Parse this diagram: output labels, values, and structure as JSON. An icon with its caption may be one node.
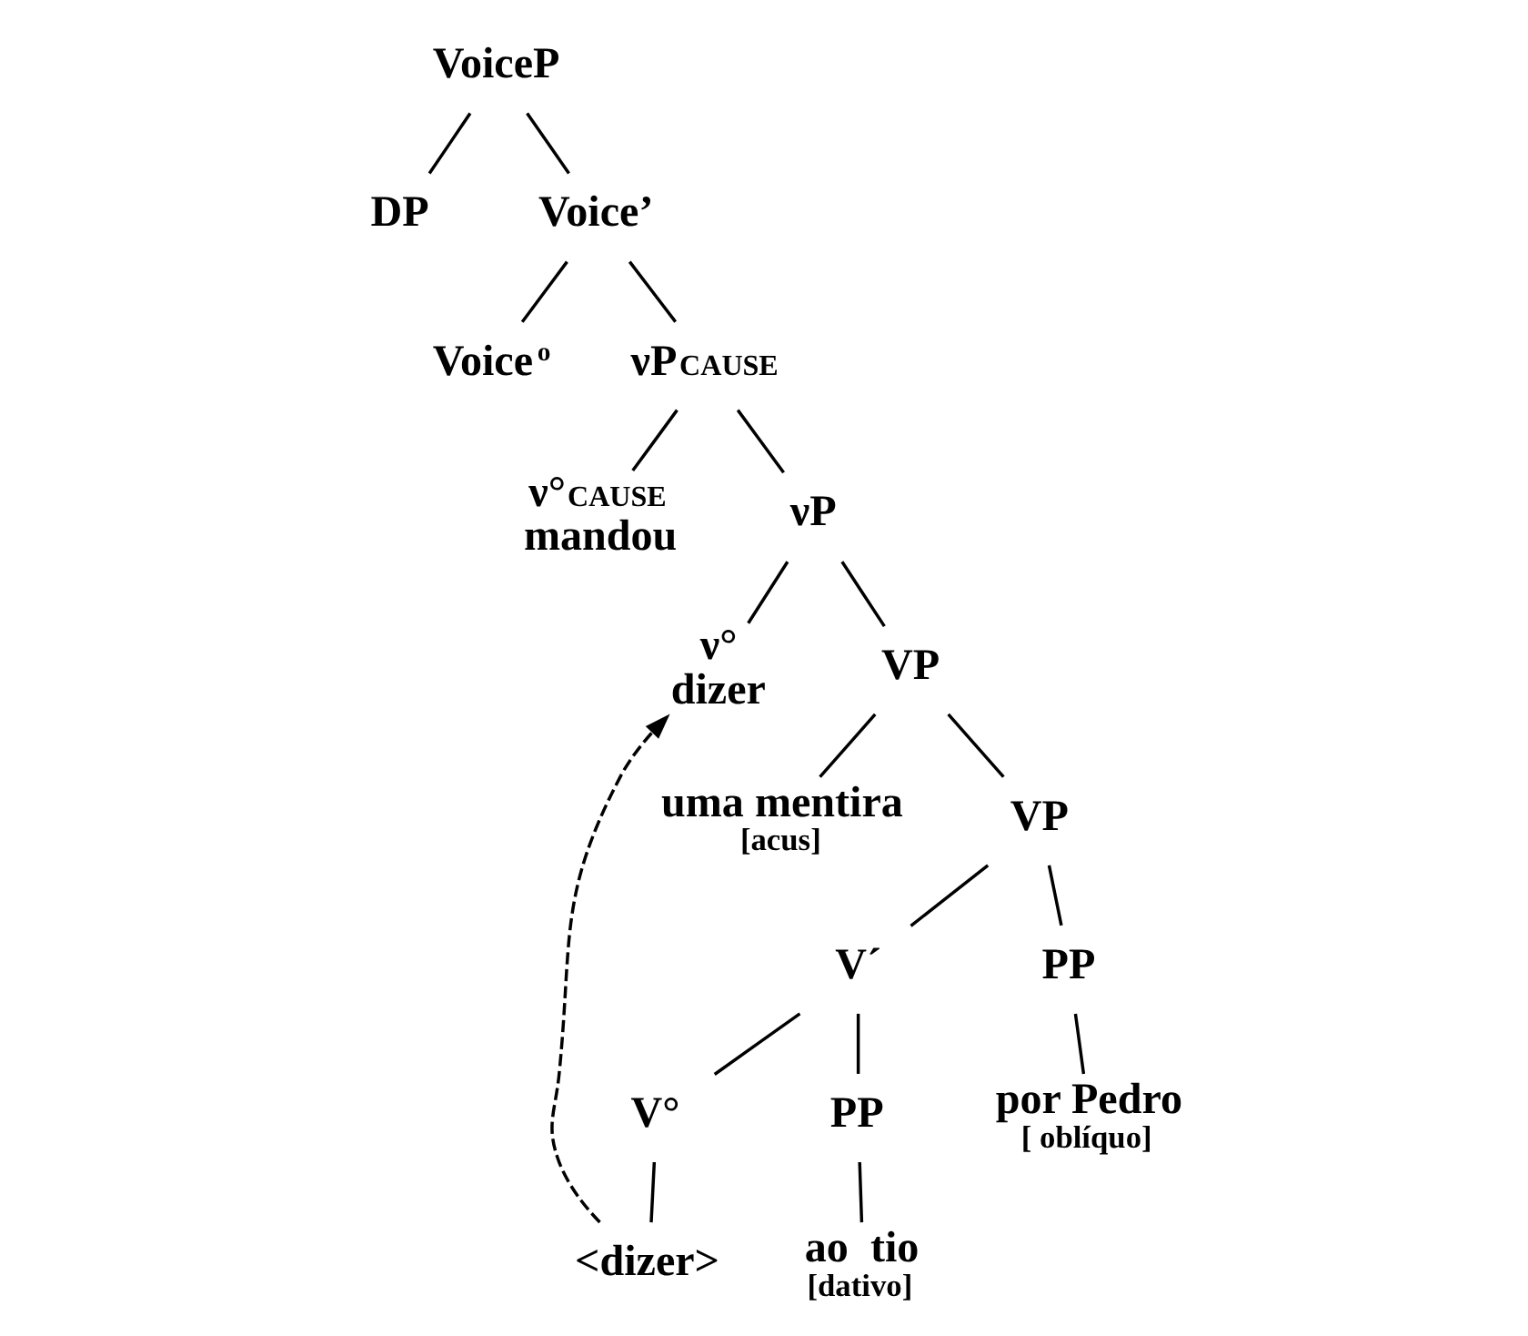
{
  "diagram": {
    "nodes": [
      {
        "text": [
          "VoiceP"
        ]
      },
      {
        "text": [
          "DP"
        ]
      },
      {
        "text": [
          "Voice’"
        ]
      },
      {
        "text": [
          "Voice$^{o}$"
        ]
      },
      {
        "text": [
          "νP$_{CAUSE}$"
        ]
      },
      {
        "text": [
          "ν°$_{CAUSE}$",
          "mandou"
        ]
      },
      {
        "text": [
          "νP"
        ]
      },
      {
        "text": [
          "ν°",
          "dizer"
        ]
      },
      {
        "text": [
          "VP"
        ]
      },
      {
        "text": [
          "uma mentira"
        ],
        "beside": [
          "[acus]"
        ]
      },
      {
        "text": [
          "VP"
        ]
      },
      {
        "text": [
          "V´"
        ]
      },
      {
        "text": [
          "PP"
        ]
      },
      {
        "text": [
          "V°"
        ]
      },
      {
        "text": [
          "PP"
        ]
      },
      {
        "text": [
          "por Pedro"
        ],
        "beside": [
          "[ oblíquo]"
        ]
      },
      {
        "text": [
          "<dizer>"
        ]
      },
      {
        "text": [
          "ao  tio"
        ],
        "beside": [
          "[dativo]"
        ]
      }
    ],
    "edges": [
      {
        "from": 0,
        "to": 1,
        "arrow": "none"
      },
      {
        "from": 0,
        "to": 2,
        "arrow": "none"
      },
      {
        "from": 2,
        "to": 3,
        "arrow": "none"
      },
      {
        "from": 2,
        "to": 4,
        "arrow": "none"
      },
      {
        "from": 4,
        "to": 5,
        "arrow": "none"
      },
      {
        "from": 4,
        "to": 6,
        "arrow": "none"
      },
      {
        "from": 6,
        "to": 7,
        "arrow": "none"
      },
      {
        "from": 6,
        "to": 8,
        "arrow": "none"
      },
      {
        "from": 8,
        "to": 9,
        "arrow": "none"
      },
      {
        "from": 8,
        "to": 10,
        "arrow": "none"
      },
      {
        "from": 10,
        "to": 11,
        "arrow": "none"
      },
      {
        "from": 10,
        "to": 12,
        "arrow": "none"
      },
      {
        "from": 11,
        "to": 13,
        "arrow": "none"
      },
      {
        "from": 11,
        "to": 14,
        "arrow": "none"
      },
      {
        "from": 12,
        "to": 15,
        "arrow": "none"
      },
      {
        "from": 13,
        "to": 16,
        "arrow": "none"
      },
      {
        "from": 14,
        "to": 17,
        "arrow": "none"
      },
      {
        "from": 16,
        "to": 7,
        "arrow": "to",
        "style": "dashed"
      }
    ]
  }
}
